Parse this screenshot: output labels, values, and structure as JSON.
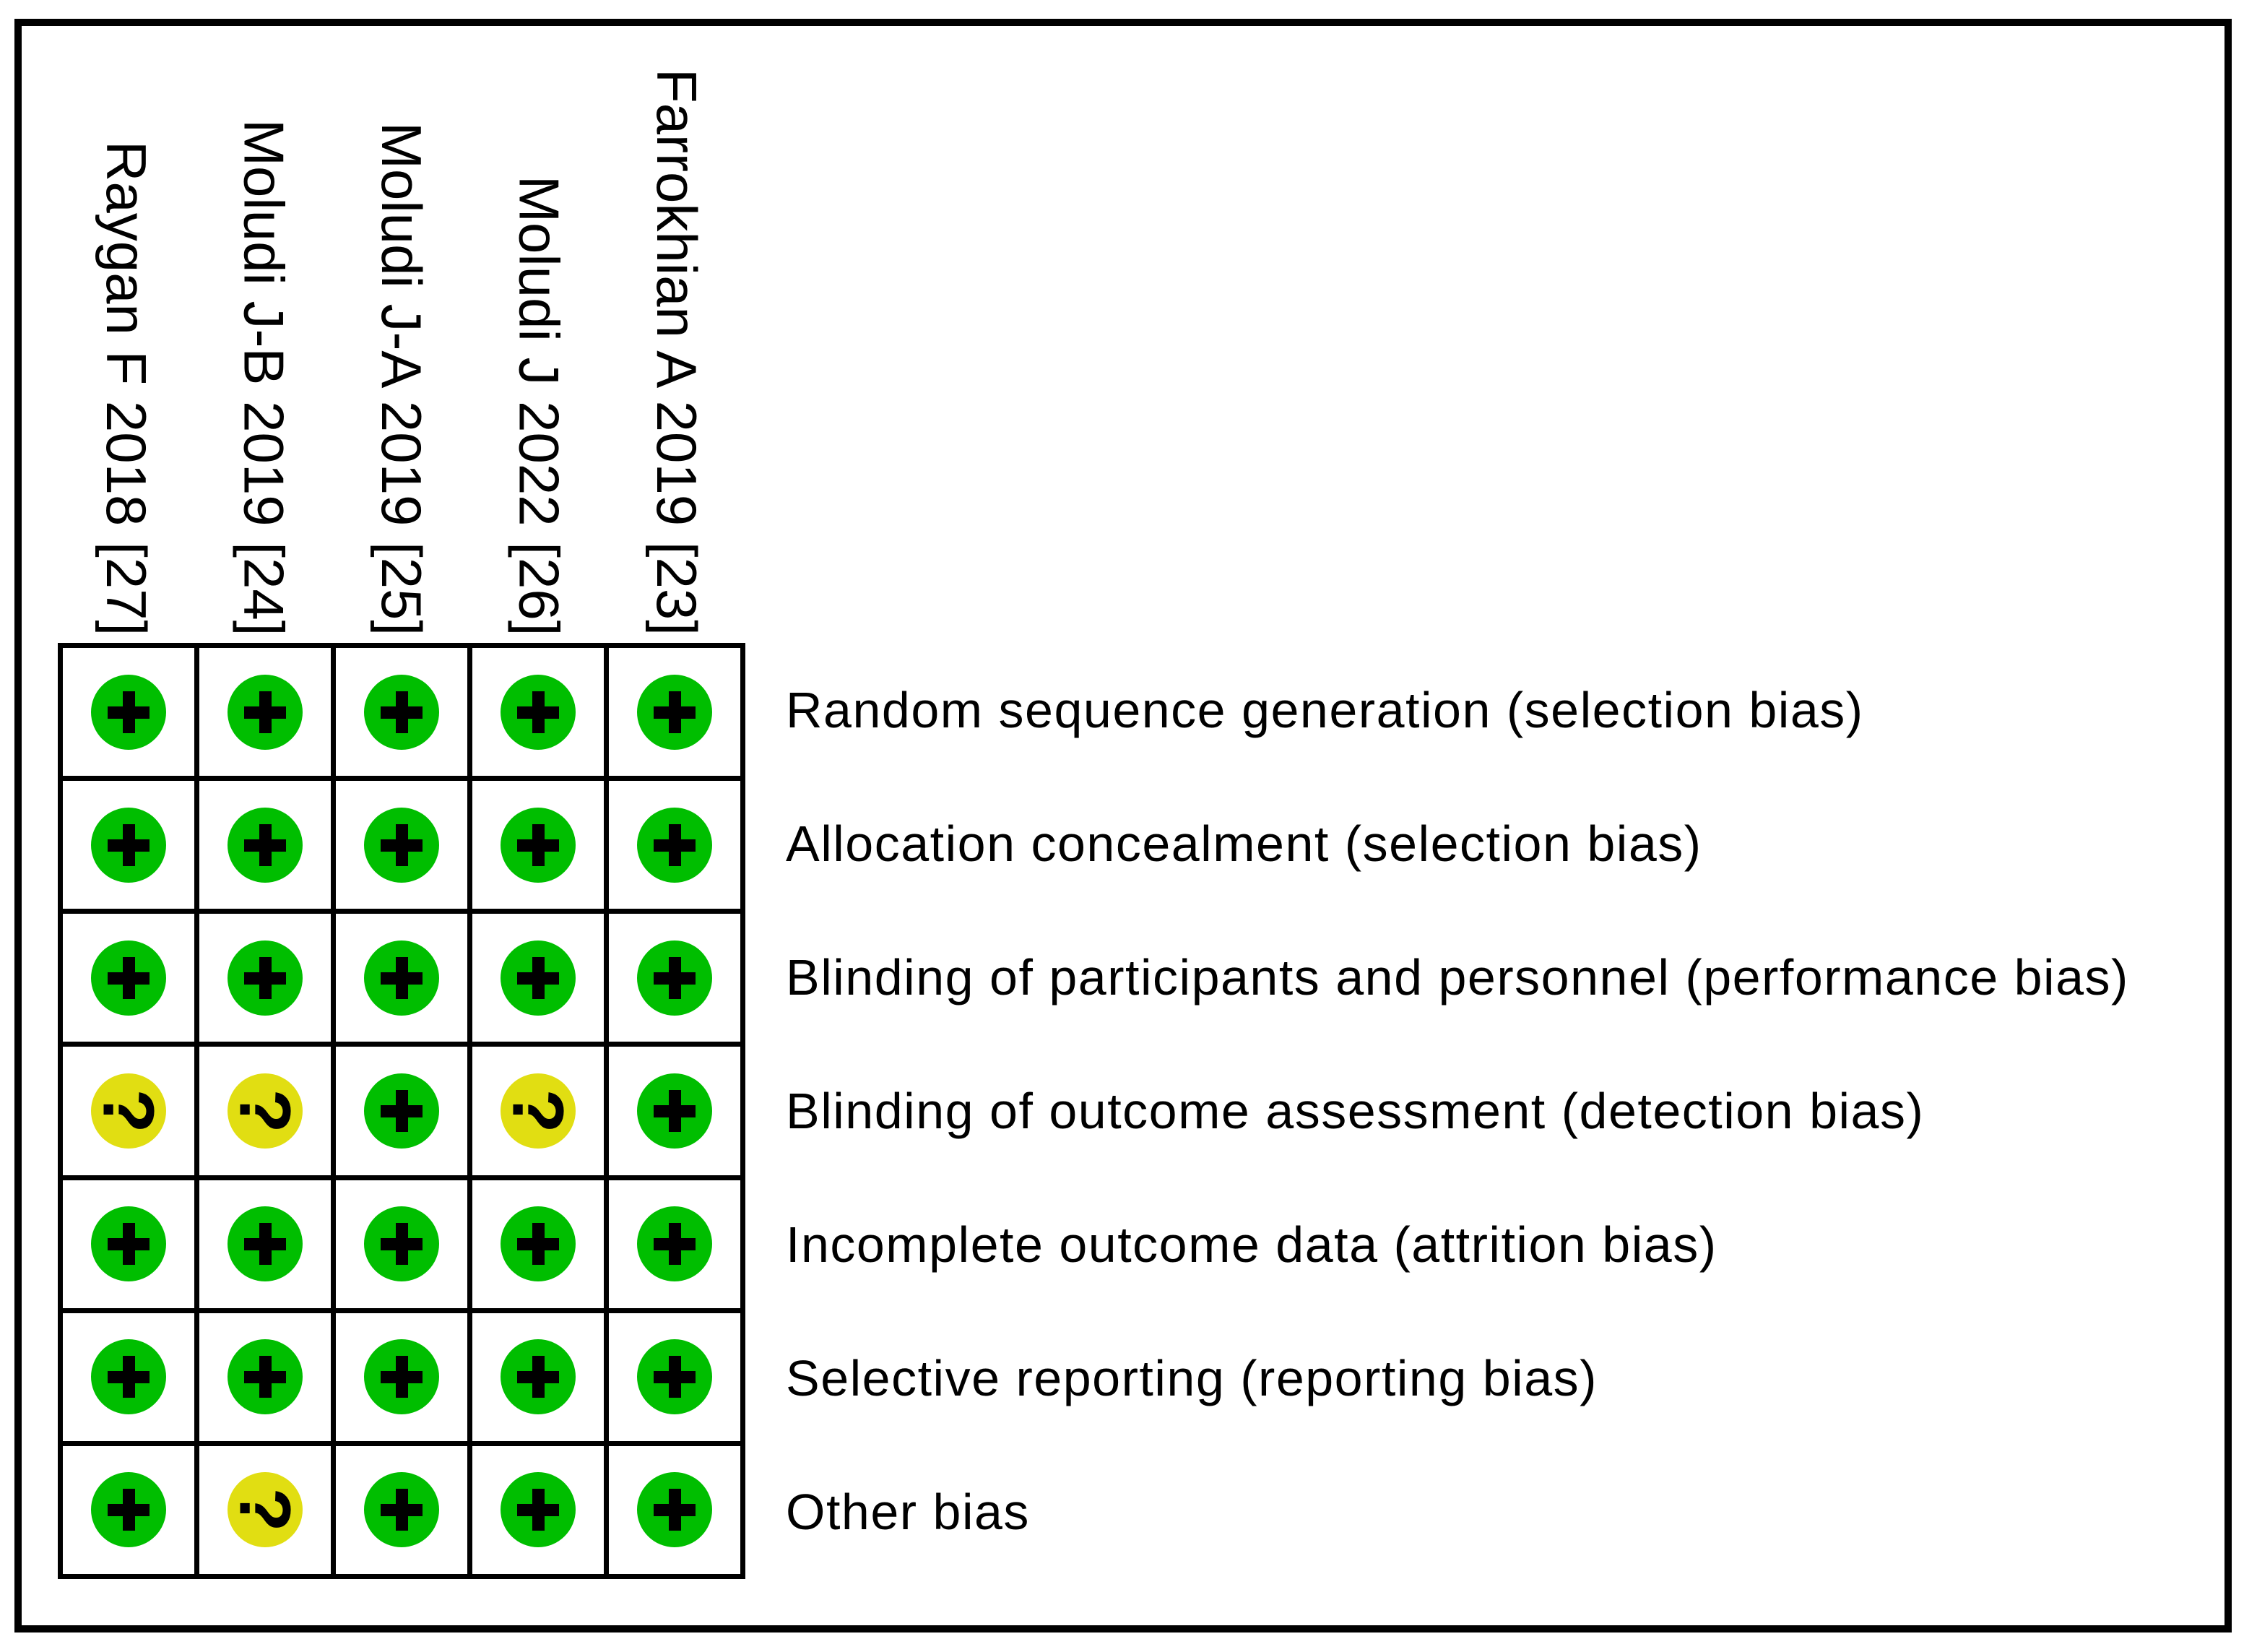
{
  "chart_data": {
    "type": "heatmap",
    "description": "Risk of bias summary matrix: study columns vs bias-domain rows, judgement symbol per cell",
    "columns": [
      "Raygan F 2018 [27]",
      "Moludi J-B 2019 [24]",
      "Moludi J-A 2019 [25]",
      "Moludi J 2022 [26]",
      "Farrokhian A 2019 [23]"
    ],
    "rows": [
      "Random sequence generation (selection bias)",
      "Allocation concealment (selection bias)",
      "Blinding of participants and personnel (performance bias)",
      "Blinding of outcome assessment (detection bias)",
      "Incomplete outcome data (attrition bias)",
      "Selective reporting (reporting bias)",
      "Other bias"
    ],
    "values": [
      [
        "+",
        "+",
        "+",
        "+",
        "+"
      ],
      [
        "+",
        "+",
        "+",
        "+",
        "+"
      ],
      [
        "+",
        "+",
        "+",
        "+",
        "+"
      ],
      [
        "?",
        "?",
        "+",
        "?",
        "+"
      ],
      [
        "+",
        "+",
        "+",
        "+",
        "+"
      ],
      [
        "+",
        "+",
        "+",
        "+",
        "+"
      ],
      [
        "+",
        "?",
        "+",
        "+",
        "+"
      ]
    ],
    "symbol_colors": {
      "+": "#00BE00",
      "?": "#E1DE12"
    },
    "symbol_text_color": "#000000",
    "grid_line_color": "#000000",
    "background_color": "#FFFFFF",
    "grid_on": true,
    "legend_position": "none"
  }
}
